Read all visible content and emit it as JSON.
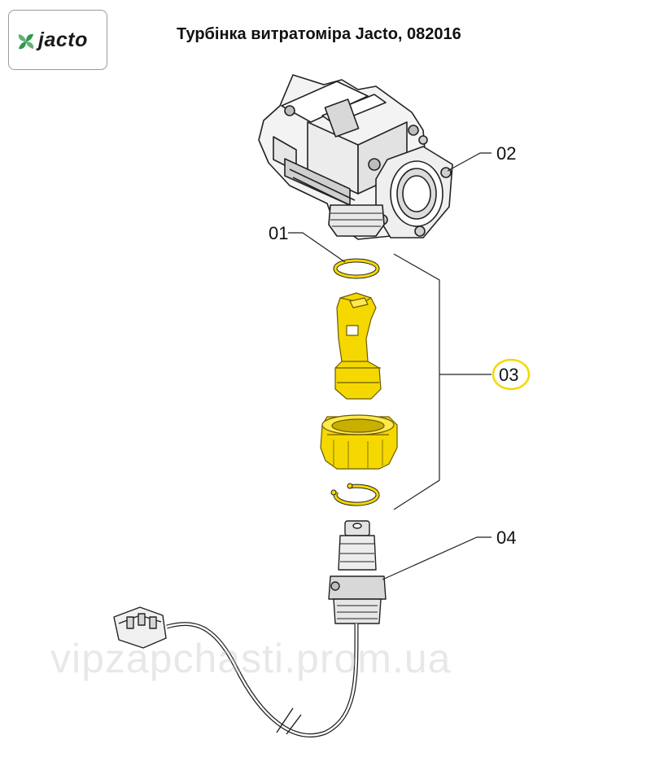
{
  "header": {
    "logo_text": "jacto",
    "title": "Турбінка витратоміра Jacto, 082016"
  },
  "callouts": {
    "c01": "01",
    "c02": "02",
    "c03": "03",
    "c04": "04"
  },
  "watermark": "vipzapchasti.prom.ua",
  "colors": {
    "highlight": "#f5d800",
    "outline": "#222222",
    "logo_green": "#2e9a4a"
  }
}
